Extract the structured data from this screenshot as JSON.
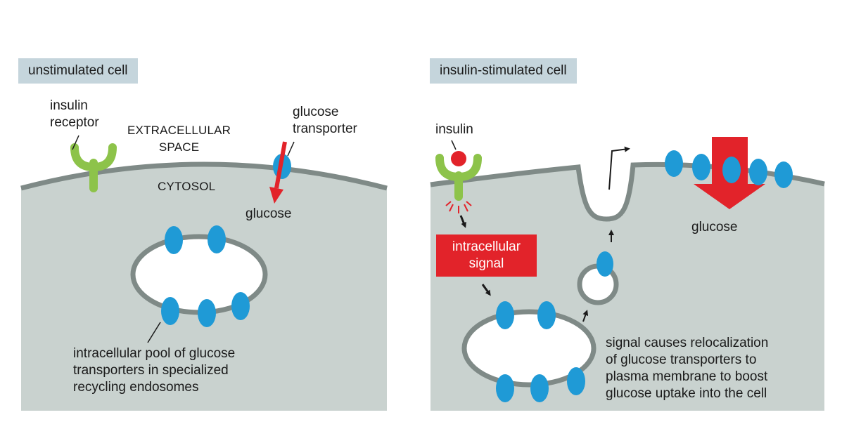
{
  "left_panel": {
    "title": "unstimulated cell",
    "insulin_receptor": [
      "insulin",
      "receptor"
    ],
    "extracellular_space": [
      "EXTRACELLULAR",
      "SPACE"
    ],
    "cytosol": "CYTOSOL",
    "glucose_transporter": [
      "glucose",
      "transporter"
    ],
    "glucose": "glucose",
    "pool_caption": [
      "intracellular pool of glucose",
      "transporters in specialized",
      "recycling endosomes"
    ]
  },
  "right_panel": {
    "title": "insulin-stimulated cell",
    "insulin": "insulin",
    "intracellular_signal": [
      "intracellular",
      "signal"
    ],
    "glucose": "glucose",
    "relocalization_caption": [
      "signal causes relocalization",
      "of glucose transporters to",
      "plasma membrane to boost",
      "glucose uptake into the cell"
    ]
  },
  "colors": {
    "cytosol_fill": "#c9d2cf",
    "membrane": "#7f8a87",
    "transporter": "#1f9ad6",
    "receptor": "#8dc34a",
    "glucose_arrow": "#e2232a",
    "title_bg": "#c5d5dc"
  }
}
